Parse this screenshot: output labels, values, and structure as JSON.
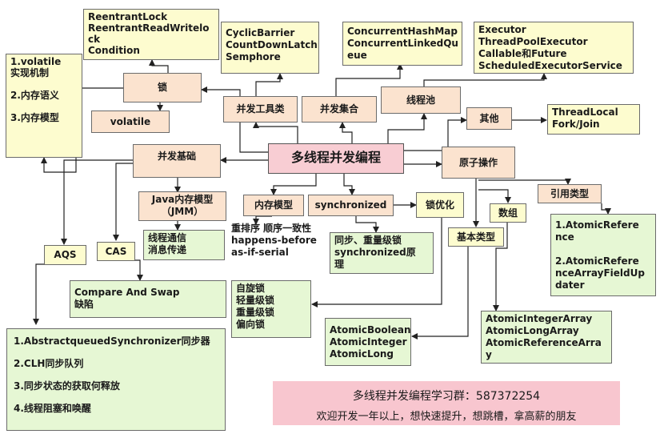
{
  "center": "多线程并发编程",
  "lock": {
    "label": "锁",
    "types": "ReentrantLock\nReentrantReadWritelo\nck\nCondition",
    "volatile": "volatile",
    "volatile_notes": "1.volatile\n实现机制\n\n2.内存语义\n\n3.内存模型"
  },
  "tools": {
    "label": "并发工具类",
    "items": "CyclicBarrier\nCountDownLatch\nSemphore"
  },
  "collections": {
    "label": "并发集合",
    "items": "ConcurrentHashMap\nConcurrentLinkedQu\neue"
  },
  "threadpool": {
    "label": "线程池",
    "items": "Executor\nThreadPoolExecutor\nCallable和Future\nScheduledExecutorService"
  },
  "other": {
    "label": "其他",
    "items": "ThreadLocal\nFork/Join"
  },
  "basics": {
    "label": "并发基础",
    "aqs": "AQS",
    "cas": "CAS",
    "cas_detail": "Compare And Swap\n缺陷",
    "aqs_detail": "1.AbstractqueuedSynchronizer同步器\n\n2.CLH同步队列\n\n3.同步状态的获取何释放\n\n4.线程阻塞和唤醒"
  },
  "jmm": {
    "label": "Java内存模型\n（JMM）",
    "comm": "线程通信\n消息传递"
  },
  "memmodel": {
    "label": "内存模型",
    "notes": "重排序\n顺序一致性\nhappens-before\nas-if-serial"
  },
  "sync": {
    "label": "synchronized",
    "detail": "同步、重量级锁\nsynchronized原\n理"
  },
  "lockopt": {
    "label": "锁优化",
    "detail": "自旋锁\n轻量级锁\n重量级锁\n偏向锁"
  },
  "atomic": {
    "label": "原子操作",
    "basic": "基本类型",
    "basic_detail": "AtomicBoolean\nAtomicInteger\nAtomicLong",
    "array": "数组",
    "array_detail": "AtomicIntegerArray\nAtomicLongArray\nAtomicReferenceArra\ny",
    "ref": "引用类型",
    "ref_detail": "1.AtomicRefere\nnce\n\n2.AtomicRefere\nnceArrayFieldUp\ndater"
  },
  "banner": {
    "line1": "多线程并发编程学习群：587372254",
    "line2": "欢迎开发一年以上，想快速提升，想跳槽，拿高薪的朋友"
  }
}
